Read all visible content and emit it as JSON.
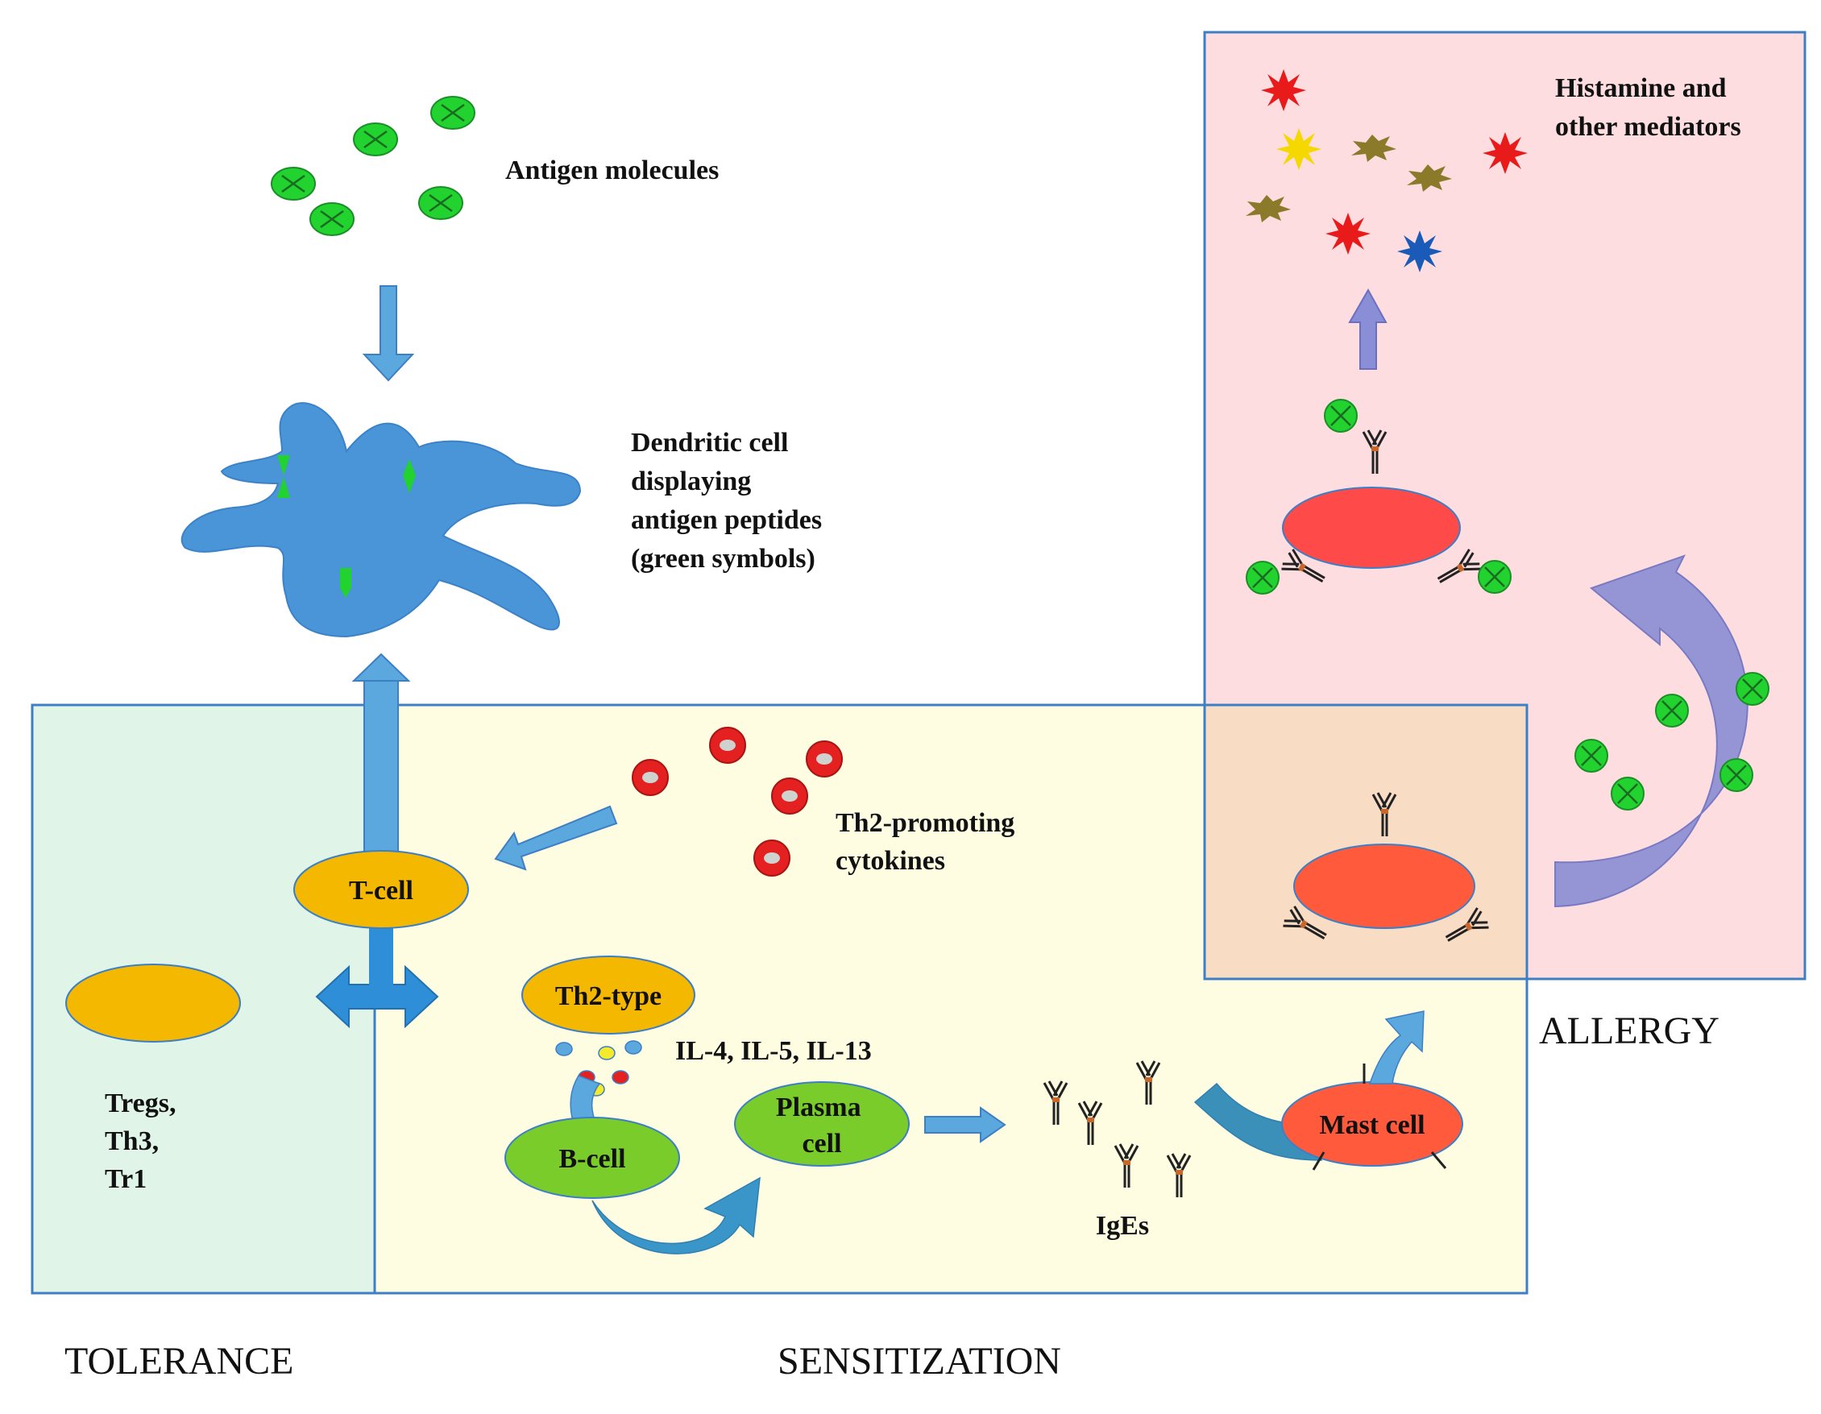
{
  "labels": {
    "antigen_molecules": "Antigen molecules",
    "dendritic_cell": [
      "Dendritic cell",
      "displaying",
      "antigen peptides",
      "(green symbols)"
    ],
    "histamine": [
      "Histamine and",
      "other mediators"
    ],
    "th2_cytokines": [
      "Th2-promoting",
      "cytokines"
    ],
    "t_cell": "T-cell",
    "th2_type": "Th2-type",
    "interleukins": "IL-4, IL-5, IL-13",
    "b_cell": "B-cell",
    "plasma_cell": [
      "Plasma",
      "cell"
    ],
    "mast_cell": "Mast cell",
    "iges": "IgEs",
    "tregs": [
      "Tregs,",
      "Th3,",
      "Tr1"
    ]
  },
  "regions": {
    "tolerance": "TOLERANCE",
    "sensitization": "SENSITIZATION",
    "allergy": "ALLERGY"
  },
  "colors": {
    "tolerance_bg": "#e0f5e8",
    "sensitization_bg": "#fefde2",
    "allergy_bg": "#fddde0",
    "overlap_bg": "#f9dcc4",
    "box_border": "#3d7fc4",
    "antigen_green": "#22d22e",
    "dendritic_blue": "#4a94d8",
    "tcell_orange": "#f5b800",
    "bcell_green": "#7acc2a",
    "mast_red": "#ff5a3c",
    "allergy_mast_red": "#ff4a4a",
    "cytokine_red": "#e52020",
    "arrow_blue": "#5aa8de",
    "arrow_purple": "#8a8ed6"
  },
  "icons": {
    "antigen": "crossed-circle-icon",
    "cytokine": "ring-icon",
    "antibody": "y-shaped-antibody-icon",
    "mediator": "starburst-icon"
  }
}
